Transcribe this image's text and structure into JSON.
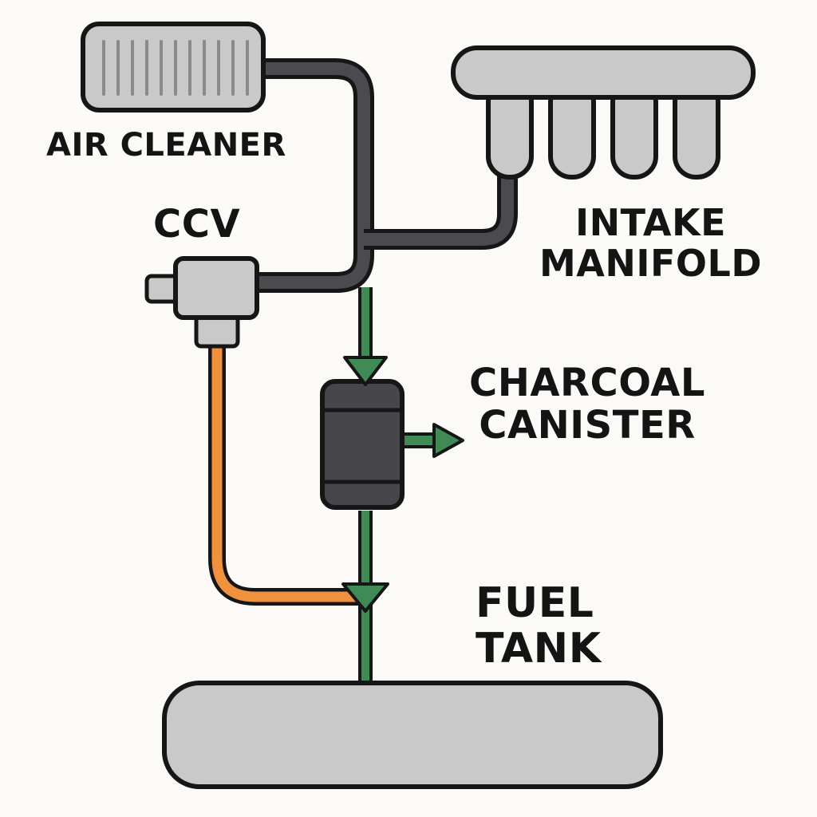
{
  "colors": {
    "background": "#fbfaf6",
    "outline": "#161616",
    "component_fill": "#c9c9c9",
    "hose_dark": "#4a4a4f",
    "vapor_line_green": "#3f8a55",
    "ccv_line_orange": "#f0913e",
    "canister_fill": "#46464b"
  },
  "labels": {
    "air_cleaner": "AIR CLEANER",
    "ccv": "CCV",
    "intake_line1": "INTAKE",
    "intake_line2": "MANIFOLD",
    "canister_line1": "CHARCOAL",
    "canister_line2": "CANISTER",
    "fuel_line1": "FUEL",
    "fuel_line2": "TANK"
  },
  "components": [
    {
      "id": "air-cleaner",
      "label": "AIR CLEANER"
    },
    {
      "id": "ccv",
      "label": "CCV"
    },
    {
      "id": "intake-manifold",
      "label": "INTAKE MANIFOLD"
    },
    {
      "id": "charcoal-canister",
      "label": "CHARCOAL CANISTER"
    },
    {
      "id": "fuel-tank",
      "label": "FUEL TANK"
    }
  ],
  "connections": [
    {
      "from": "air-cleaner",
      "to": "ccv",
      "line": "dark hose"
    },
    {
      "from": "intake-manifold",
      "to": "ccv",
      "line": "dark hose"
    },
    {
      "from": "intake-manifold",
      "to": "charcoal-canister",
      "line": "green",
      "arrow": "down"
    },
    {
      "from": "charcoal-canister",
      "to": "outside",
      "line": "green",
      "arrow": "right"
    },
    {
      "from": "charcoal-canister",
      "to": "fuel-tank",
      "line": "green",
      "arrow": "down"
    },
    {
      "from": "ccv",
      "to": "fuel-tank",
      "line": "orange"
    }
  ]
}
